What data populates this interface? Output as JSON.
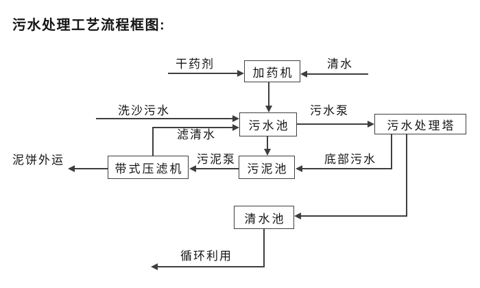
{
  "title": "污水处理工艺流程框图:",
  "nodes": {
    "jiayaoji": {
      "label": "加药机"
    },
    "wushuichi": {
      "label": "污水池"
    },
    "wushui_chulita": {
      "label": "污水处理塔"
    },
    "wunichi": {
      "label": "污泥池"
    },
    "daishi_yalvji": {
      "label": "带式压滤机"
    },
    "qingshuichi": {
      "label": "清水池"
    }
  },
  "edge_labels": {
    "gan_yaoji": "干药剂",
    "qingshui": "清水",
    "xisha_wushui": "洗沙污水",
    "lv_qingshui": "滤清水",
    "wushui_beng": "污水泵",
    "wuni_beng": "污泥泵",
    "dibu_wushui": "底部污水",
    "nibing_waiyun": "泥饼外运",
    "xunhuan_liyong": "循环利用"
  },
  "colors": {
    "background": "#ffffff",
    "line": "#3d3d3d",
    "text": "#141414"
  }
}
